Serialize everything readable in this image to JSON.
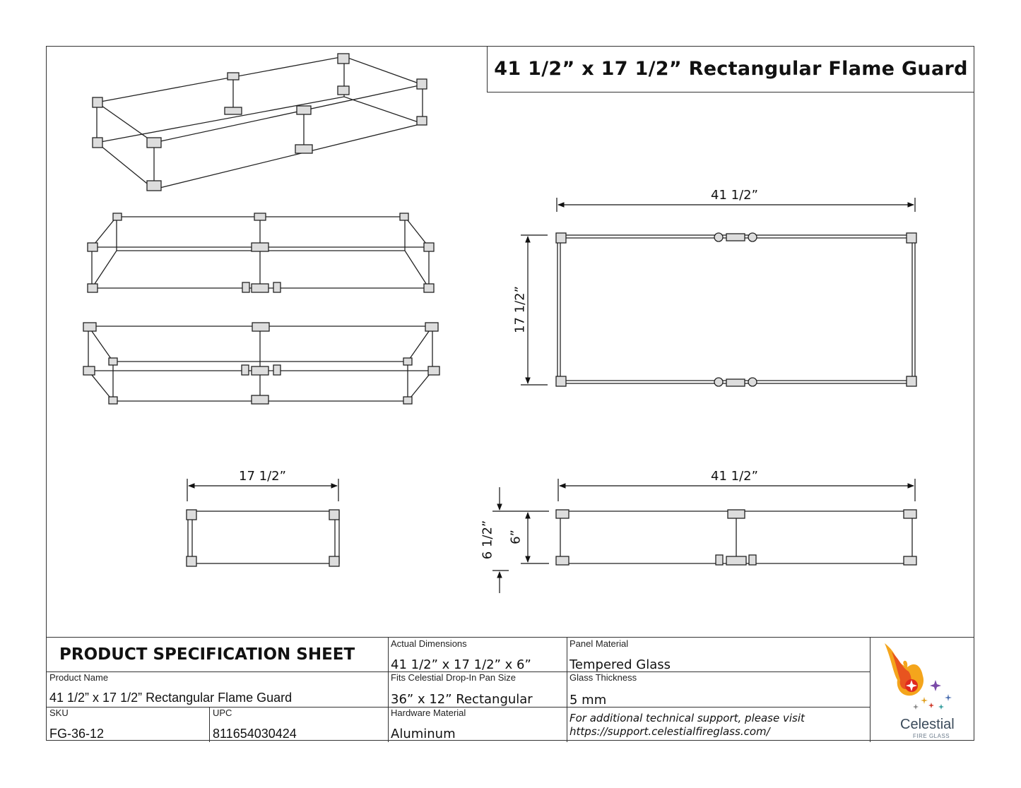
{
  "header": {
    "title": "41 1/2” x 17 1/2” Rectangular Flame Guard"
  },
  "dimensions": {
    "top_length": "41 1/2”",
    "top_width": "17 1/2”",
    "side_width": "17 1/2”",
    "front_length": "41 1/2”",
    "total_height": "6 1/2”",
    "glass_height": "6”"
  },
  "spec": {
    "heading": "PRODUCT SPECIFICATION SHEET",
    "product_name_label": "Product Name",
    "product_name": "41 1/2” x 17 1/2” Rectangular Flame Guard",
    "sku_label": "SKU",
    "sku": "FG-36-12",
    "upc_label": "UPC",
    "upc": "811654030424",
    "actual_dimensions_label": "Actual Dimensions",
    "actual_dimensions": "41 1/2” x 17 1/2” x 6”",
    "pan_size_label": "Fits Celestial Drop-In Pan Size",
    "pan_size": "36” x 12” Rectangular",
    "hardware_label": "Hardware Material",
    "hardware": "Aluminum",
    "panel_label": "Panel Material",
    "panel": "Tempered Glass",
    "thickness_label": "Glass Thickness",
    "thickness": "5 mm",
    "support_line1": "For additional technical support, please visit",
    "support_line2": "https://support.celestialfireglass.com/"
  },
  "logo": {
    "name": "Celestial",
    "sub": "FIRE GLASS",
    "icon": "flame-star-logo"
  }
}
